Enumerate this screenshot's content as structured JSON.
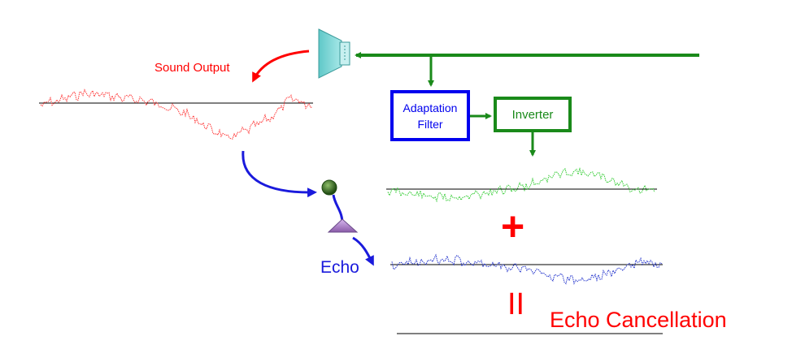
{
  "labels": {
    "sound_output": "Sound Output",
    "echo": "Echo",
    "plus": "+",
    "equals": "II",
    "result": "Echo Cancellation"
  },
  "boxes": {
    "adaptation_filter": "Adaptation Filter",
    "inverter": "Inverter"
  },
  "colors": {
    "output": "#ff0000",
    "echo": "#1a1adc",
    "filter": "#0000ee",
    "signal": "#1a8a1a",
    "inverted": "#33cc33",
    "baseline": "#000000"
  },
  "icons": {
    "speaker": "speaker-icon",
    "microphone": "microphone-icon"
  }
}
